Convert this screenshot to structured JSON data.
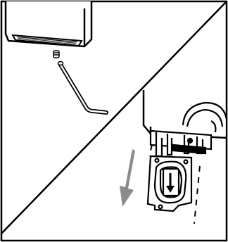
{
  "figure": {
    "panels": [
      {
        "name": "upper-left",
        "depicts": "unit-with-grille-and-hex-key"
      },
      {
        "name": "lower-right",
        "depicts": "cover-plate-removal"
      }
    ],
    "arrow_direction": "down",
    "colors": {
      "line": "#000000",
      "background": "#ffffff",
      "arrow": "#8c8c8c"
    }
  }
}
